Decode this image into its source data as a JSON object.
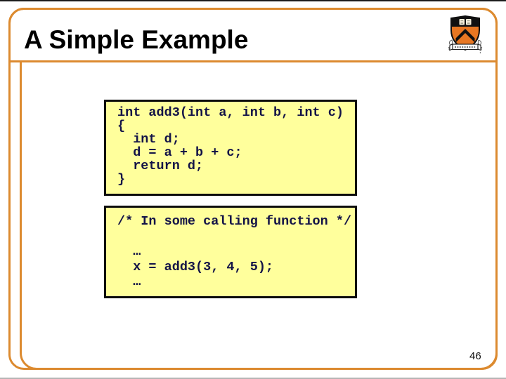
{
  "slide": {
    "title": "A Simple Example",
    "page_number": "46"
  },
  "icons": {
    "logo": "princeton-university-shield"
  },
  "code_box1": {
    "lines": [
      "int add3(int a, int b, int c)",
      "{",
      "  int d;",
      "  d = a + b + c;",
      "  return d;",
      "}"
    ]
  },
  "code_box2": {
    "lines": [
      "/* In some calling function */",
      "",
      "  …",
      "  x = add3(3, 4, 5);",
      "  …"
    ]
  },
  "colors": {
    "frame_orange": "#dc8a2f",
    "code_background": "#ffff9c",
    "code_text": "#131347",
    "code_border": "#0d0d0d",
    "shield_orange": "#e87722",
    "title_text": "#000000"
  }
}
